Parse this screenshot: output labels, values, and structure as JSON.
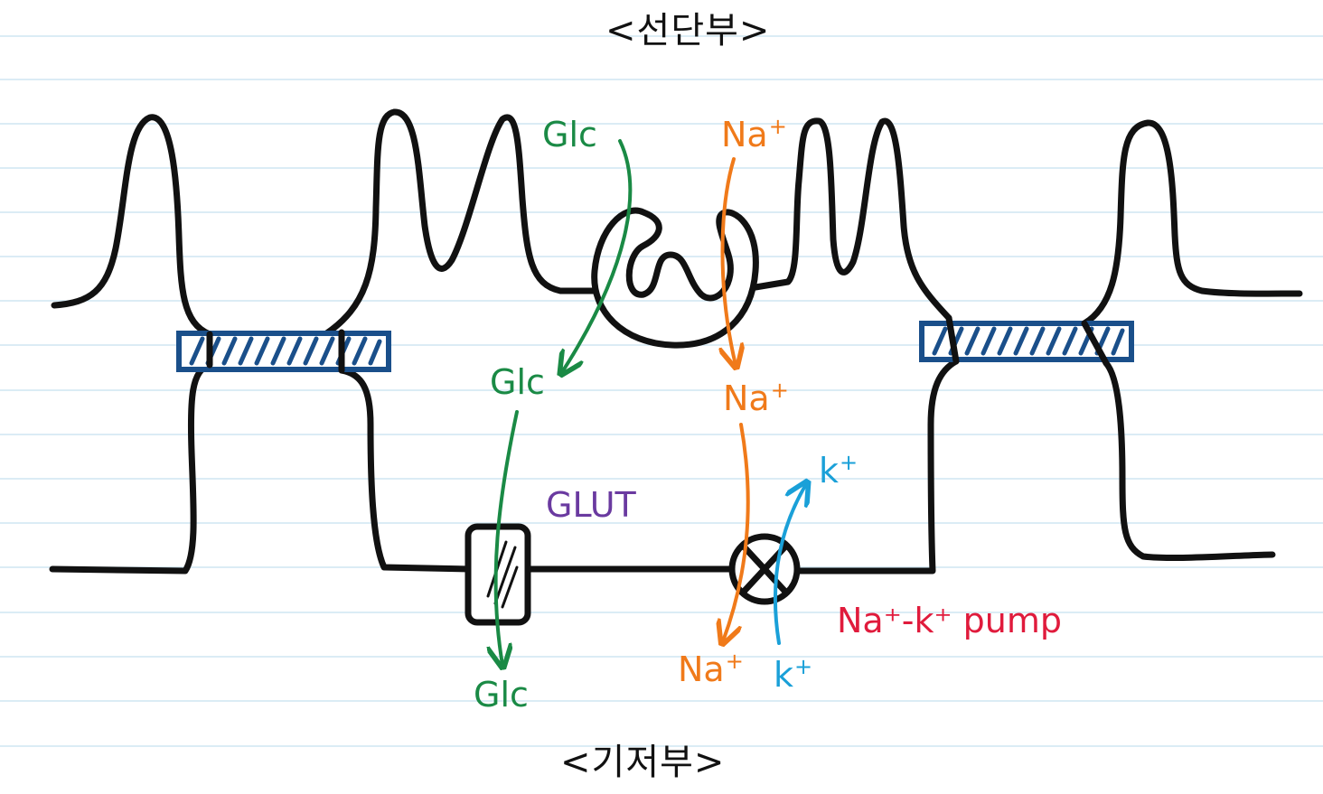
{
  "titles": {
    "apical": "<선단부>",
    "basal": "<기저부>"
  },
  "molecules": {
    "glc": "Glc",
    "na": "Na",
    "k": "k",
    "plus": "+"
  },
  "proteins": {
    "glut": "GLUT",
    "pump": "Na⁺-k⁺ pump"
  },
  "colors": {
    "outline": "#111111",
    "junction": "#1a4f8a",
    "glucose": "#1a8a45",
    "sodium": "#f07a1a",
    "potassium": "#1aa0d8",
    "glut_label": "#6a3aa0",
    "pump_label": "#e01b3c",
    "ruled_line": "#cfe6f2"
  }
}
